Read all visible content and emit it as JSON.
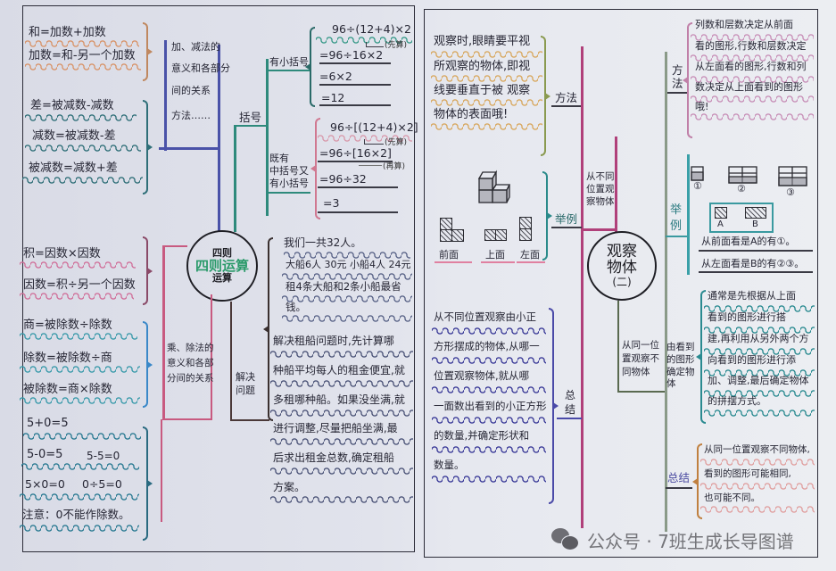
{
  "left_page": {
    "center_topic": {
      "line1": "四则",
      "line2": "四则运算",
      "line3": "运算"
    },
    "add_sub": {
      "label_lines": [
        "加、减法的",
        "意义和各部分",
        "间的关系",
        "方法……"
      ],
      "addition": [
        "和=加数+加数",
        "加数=和-另一个加数"
      ],
      "subtraction": [
        "差=被减数-减数",
        "减数=被减数-差",
        "被减数=减数+差"
      ]
    },
    "mul_div": {
      "label_lines": [
        "乘、除法的",
        "意义和各部",
        "分间的关系"
      ],
      "multiplication": [
        "积=因数×因数",
        "因数=积÷另一个因数"
      ],
      "division": [
        "商=被除数÷除数",
        "除数=被除数÷商",
        "被除数=商×除数"
      ],
      "zero_rules": {
        "r1": "5+0=5",
        "r2a": "5-0=5",
        "r2b": "5-5=0",
        "r3a": "5×0=0",
        "r3b": "0÷5=0",
        "note": "注意：0不能作除数。"
      }
    },
    "brackets": {
      "label": "括号",
      "parentheses": {
        "label": "有小括号",
        "expression": "96÷(12+4)×2",
        "note": "(先算)",
        "steps": [
          "=96÷16×2",
          "=6×2",
          "=12"
        ]
      },
      "mixed": {
        "label_lines": [
          "既有",
          "中括号又",
          "有小括号"
        ],
        "expression": "96÷[(12+4)×2]",
        "note_first": "(先算)",
        "note_second": "(再算)",
        "steps": [
          "=96÷[16×2]",
          "=96÷32",
          "=3"
        ]
      }
    },
    "problem_solving": {
      "label_lines": [
        "解决",
        "问题"
      ],
      "example_lines": [
        "我们一共32人。",
        "大船6人 30元  小船4人 24元",
        "租4条大船和2条小船最省",
        "钱。"
      ],
      "method_lines": [
        "解决租船问题时,先计算哪",
        "种船平均每人的租金便宜,就",
        "多租哪种船。如果没坐满,就",
        "进行调整,尽量把船坐满,最",
        "后求出租金总数,确定租船",
        "方案。"
      ]
    }
  },
  "right_page": {
    "center_topic": {
      "line1": "观察",
      "line2": "物体",
      "line3": "(二)"
    },
    "different_positions": {
      "label_lines": [
        "从不同",
        "位置观",
        "察物体"
      ],
      "method": {
        "label": "方法",
        "lines": [
          "观察时,眼睛要平视",
          "所观察的物体,即视",
          "线要垂直于被 观察",
          "物体的表面哦!"
        ]
      },
      "example": {
        "label": "举例",
        "views": [
          "前面",
          "上面",
          "左面"
        ]
      },
      "summary": {
        "label_lines": [
          "总",
          "结"
        ],
        "lines": [
          "从不同位置观察由小正",
          "方形摆成的物体,从哪一",
          "位置观察物体,就从哪",
          "一面数出看到的小正方形",
          "的数量,并确定形状和",
          "数量。"
        ]
      }
    },
    "same_position": {
      "label_lines": [
        "从同一位",
        "置观察不",
        "同物体"
      ],
      "method": {
        "label_lines": [
          "方",
          "法"
        ],
        "lines": [
          "列数和层数决定从前面",
          "看的图形,行数和层数决定",
          "从左面看的图形,行数和列",
          "数决定从上面看到的图形",
          "哦!"
        ]
      },
      "example": {
        "label_lines": [
          "举",
          "例"
        ],
        "figure_labels": [
          "①",
          "②",
          "③"
        ],
        "view_labels": [
          "A",
          "B"
        ],
        "lines": [
          "从前面看是A的有①。",
          "从左面看是B的有②③。"
        ]
      },
      "determine": {
        "label_lines": [
          "由看到",
          "的图形",
          "确定物",
          "体"
        ],
        "lines": [
          "通常是先根据从上面",
          "看到的图形进行搭",
          "建,再利用从另外两个方",
          "向看到的图形进行添",
          "加、调整,最后确定物体",
          "的拼摆方式。"
        ]
      },
      "summary": {
        "label": "总结",
        "lines": [
          "从同一位置观察不同物体,",
          "看到的图形可能相同,",
          "也可能不同。"
        ]
      }
    }
  },
  "watermark": {
    "icon": "wechat-icon",
    "text": "公众号 · 7班生成长导图谱"
  },
  "colors": {
    "paper": "#e1e3ec",
    "ink": "#262634",
    "magenta_branch": "#b0407a",
    "blue_branch": "#4a52a8",
    "teal_branch": "#2e8a7c",
    "center_green": "#2a9a6a"
  }
}
